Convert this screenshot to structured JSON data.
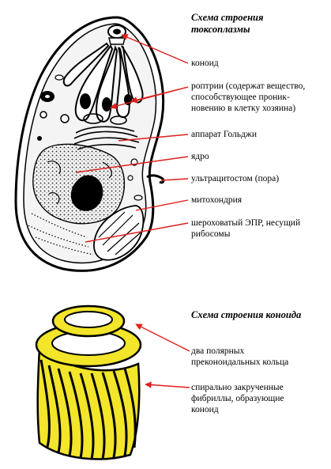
{
  "toxoplasma": {
    "title_line1": "Схема строения",
    "title_line2": "токсоплазмы",
    "labels": {
      "conoid": "коноид",
      "rhoptries_l1": "роптрии (содержат вещество,",
      "rhoptries_l2": "способствующее проник-",
      "rhoptries_l3": "новению в клетку хозяина)",
      "golgi": "аппарат Гольджи",
      "nucleus": "ядро",
      "ultracytostome": "ультрацитостом (пора)",
      "mitochondria": "митохондрия",
      "rough_er_l1": "шероховатый ЭПР, несущий",
      "rough_er_l2": "рибосомы"
    }
  },
  "conoid_scheme": {
    "title": "Схема строения коноида",
    "labels": {
      "rings_l1": "два полярных",
      "rings_l2": "преконоидальных кольца",
      "fibrils_l1": "спирально закрученные",
      "fibrils_l2": "фибриллы, образующие",
      "fibrils_l3": "коноид"
    }
  },
  "colors": {
    "pointer": "#e0201c",
    "conoid_fill": "#f2e52a",
    "outline": "#000000"
  }
}
